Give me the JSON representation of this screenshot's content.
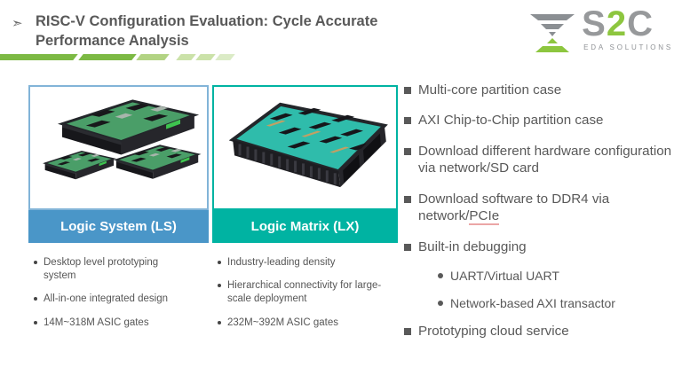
{
  "slide_title": "RISC-V Configuration Evaluation: Cycle Accurate Performance Analysis",
  "logo": {
    "s": "S",
    "two": "2",
    "c": "C",
    "subtitle": "EDA SOLUTIONS"
  },
  "colors": {
    "accent_green": "#7cb944",
    "title_gray": "#595959",
    "ls_banner_blue": "#4a96c8",
    "ls_border_blue": "#82b4d8",
    "lx_teal": "#00b3a2",
    "logo_green": "#8dc63f",
    "logo_gray": "#97999b",
    "pcie_underline_red": "#eba6a6"
  },
  "products": [
    {
      "name": "Logic System (LS)",
      "photo_icon": "logic-system-product-photo",
      "features": [
        "Desktop level prototyping system",
        "All-in-one integrated design",
        "14M~318M ASIC gates"
      ]
    },
    {
      "name": "Logic Matrix (LX)",
      "photo_icon": "logic-matrix-product-photo",
      "features": [
        "Industry-leading density",
        "Hierarchical connectivity for large-scale deployment",
        "232M~392M ASIC gates"
      ]
    }
  ],
  "right_list": [
    {
      "level": 1,
      "text": "Multi-core partition case"
    },
    {
      "level": 1,
      "text": "AXI Chip-to-Chip partition case"
    },
    {
      "level": 1,
      "text": "Download different hardware configuration via network/SD card"
    },
    {
      "level": 1,
      "text_prefix": "Download software to DDR4 via network/",
      "text_underlined": "PCIe"
    },
    {
      "level": 1,
      "text": "Built-in debugging"
    },
    {
      "level": 2,
      "text": "UART/Virtual UART"
    },
    {
      "level": 2,
      "text": "Network-based AXI transactor"
    },
    {
      "level": 1,
      "text": "Prototyping cloud service"
    }
  ]
}
